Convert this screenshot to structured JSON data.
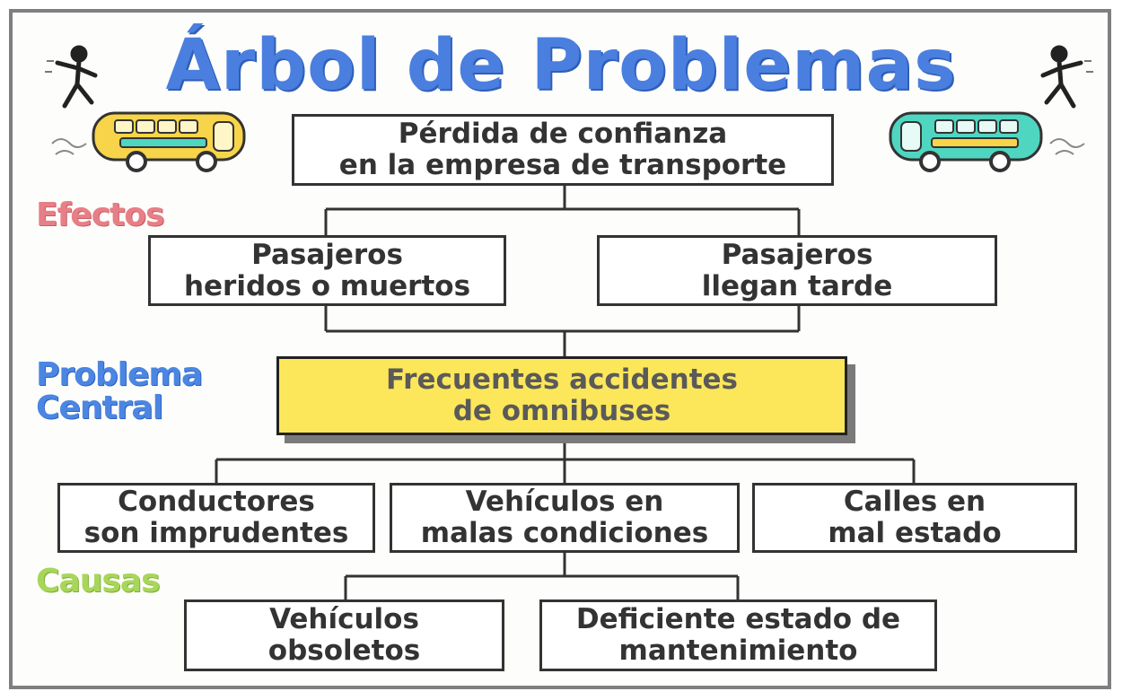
{
  "title": "Árbol de Problemas",
  "labels": {
    "effects": "Efectos",
    "central_problem": "Problema\nCentral",
    "causes": "Causas"
  },
  "top_effect": "Pérdida de confianza\nen la empresa de transporte",
  "effects": [
    "Pasajeros\nheridos o muertos",
    "Pasajeros\nllegan tarde"
  ],
  "central_problem": "Frecuentes accidentes\nde omnibuses",
  "causes": [
    "Conductores\nson imprudentes",
    "Vehículos en\nmalas condiciones",
    "Calles en\nmal estado"
  ],
  "sub_causes": [
    "Vehículos\nobsoletos",
    "Deficiente estado de\nmantenimiento"
  ],
  "colors": {
    "title": "#4a7fe0",
    "effects_label": "#e77f86",
    "central_label": "#4b86e2",
    "causes_label": "#a8d65a",
    "central_box": "#fce75a",
    "bus_left": "#f7d44a",
    "bus_right": "#4fd6c0"
  },
  "icons": [
    "running-figure-icon",
    "bus-icon"
  ]
}
